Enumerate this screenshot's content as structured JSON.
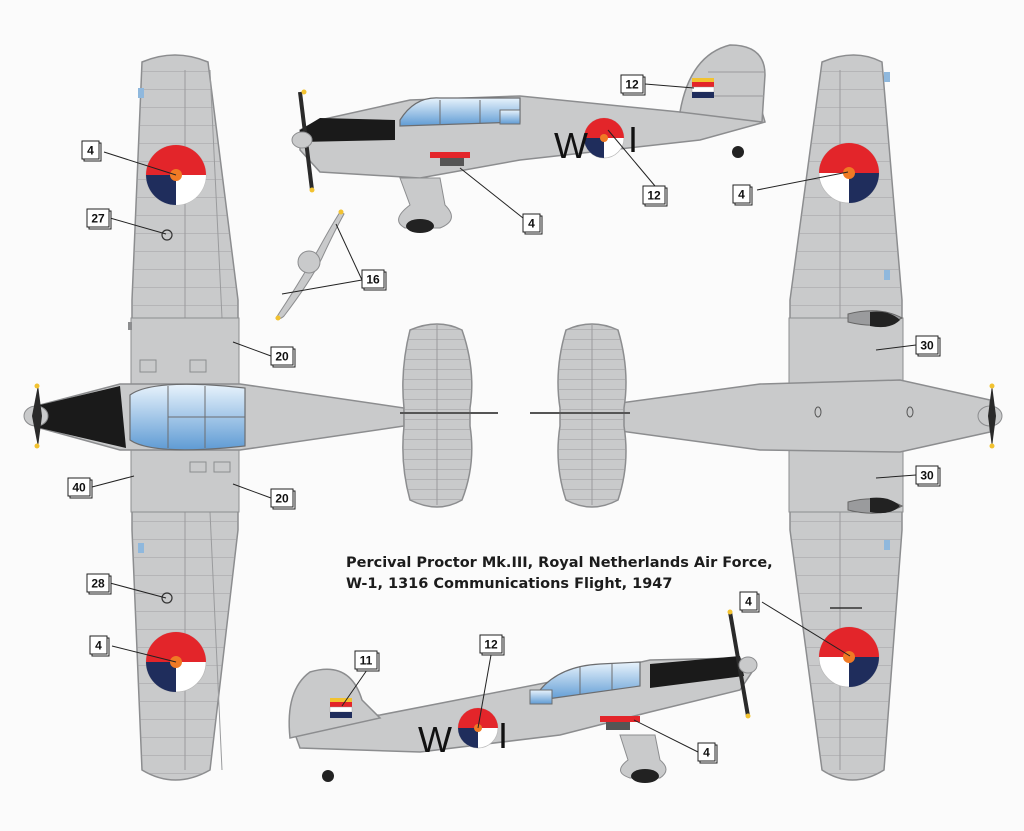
{
  "caption": {
    "line1": "Percival Proctor Mk.III, Royal Netherlands Air Force,",
    "line2": "W-1, 1316 Communications Flight, 1947"
  },
  "markings": {
    "code_letter": "W",
    "code_number": "I"
  },
  "callouts": {
    "top_wing_roundel_1": "4",
    "top_wing_light_27": "27",
    "top_flap_20_a": "20",
    "top_flap_20_b": "20",
    "top_tag_40": "40",
    "top_wing_light_28": "28",
    "top_wing_roundel_2": "4",
    "side_fin_flag": "12",
    "side_fuselage_roundel": "12",
    "side_exhaust_4": "4",
    "prop_tips": "16",
    "under_wing_roundel_1": "4",
    "under_tag_30_a": "30",
    "under_tag_30_b": "30",
    "under_wing_roundel_2": "4",
    "side2_rudder_flag": "11",
    "side2_fuselage_roundel": "12",
    "side2_exhaust_4": "4"
  },
  "colors": {
    "background": "#fbfbfb",
    "airframe_grey": "#c9cacb",
    "panel_line": "#8c8d8f",
    "canopy_blue": "#7fb3e0",
    "anti_glare_black": "#1a1a1a",
    "roundel_red": "#e3252a",
    "roundel_white": "#ffffff",
    "roundel_blue": "#1f2d5c",
    "roundel_orange": "#f07a25",
    "code_black": "#111111"
  }
}
